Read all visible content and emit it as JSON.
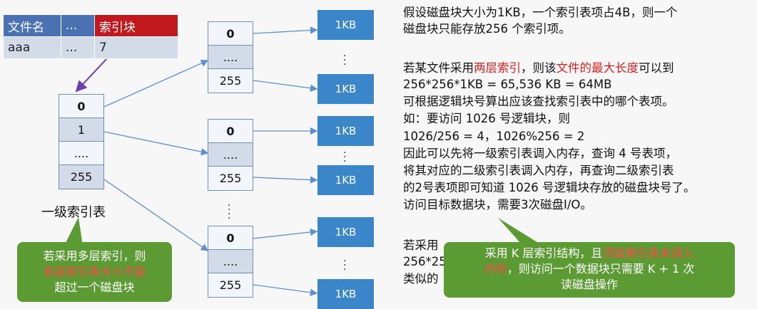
{
  "dir_table": {
    "headers": [
      "文件名",
      "...",
      "索引块"
    ],
    "row": [
      "aaa",
      "...",
      "7"
    ]
  },
  "first_level": {
    "cells": [
      "0",
      "1",
      "....",
      "255"
    ],
    "label": "一级索引表"
  },
  "second_level": [
    {
      "cells": [
        "0",
        "....",
        "255"
      ]
    },
    {
      "cells": [
        "0",
        "....",
        "255"
      ]
    },
    {
      "cells": [
        "0",
        "....",
        "255"
      ]
    }
  ],
  "block_label": "1KB",
  "note_left": {
    "line1": "若采用多层索引，则",
    "line2_red": "各层索引表大小不能",
    "line3": "超过一个磁盘块"
  },
  "note_right": {
    "part1": "采用 K 层索引结构，且",
    "part_red1": "顶级索引表未调入",
    "part_red2": "内存",
    "part2": "，则访问一个数据块只需要 K + 1 次",
    "line3": "读磁盘操作"
  },
  "text": {
    "p1_l1": "假设磁盘块大小为1KB，一个索引表项占4B，则一个",
    "p1_l2": "磁盘块只能存放256 个索引项。",
    "p2_pre": "若某文件采用",
    "p2_red1": "两层索引",
    "p2_mid": "，则该",
    "p2_red2": "文件的最大长度",
    "p2_post": "可以到",
    "p2_l2": "256*256*1KB = 65,536 KB = 64MB",
    "p2_l3": "可根据逻辑块号算出应该查找索引表中的哪个表项。",
    "p2_l4": "如：要访问 1026 号逻辑块，则",
    "p2_l5": "1026/256 = 4，1026%256 = 2",
    "p2_l6": "因此可以先将一级索引表调入内存，查询 4 号表项，",
    "p2_l7": "将其对应的二级索引表调入内存，再查询二级索引表",
    "p2_l8": "的2号表项即可知道 1026 号逻辑块存放的磁盘块号了。",
    "p2_l9_red": "访问目标数据块，需要3次磁盘I/O。",
    "p3_l1": "若采用",
    "p3_l2": "256*25",
    "p3_l3": "类似的"
  }
}
